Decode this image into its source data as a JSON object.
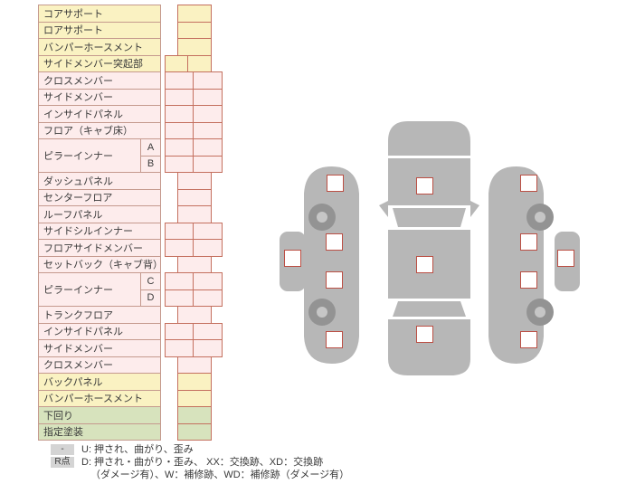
{
  "palette": {
    "yellow_bg": "#faf2c2",
    "pink_bg": "#fdecec",
    "green_bg": "#d7e3bd",
    "label_border": "#c59a8e",
    "cell_border": "#c4705f",
    "marker_border": "#bb4f44",
    "car_gray": "#b7b7b7",
    "wheel_gray": "#939393",
    "legend_chip_bg": "#d4d4d4",
    "text": "#3a3a3a"
  },
  "table": {
    "rows": [
      {
        "label": "コアサポート",
        "color": "yellow",
        "cells": "single"
      },
      {
        "label": "ロアサポート",
        "color": "yellow",
        "cells": "single"
      },
      {
        "label": "バンパーホースメント",
        "color": "yellow",
        "cells": "single"
      },
      {
        "label": "サイドメンバー突起部",
        "color": "yellow",
        "cells": "double-narrow"
      },
      {
        "label": "クロスメンバー",
        "color": "pink",
        "cells": "double"
      },
      {
        "label": "サイドメンバー",
        "color": "pink",
        "cells": "double"
      },
      {
        "label": "インサイドパネル",
        "color": "pink",
        "cells": "double"
      },
      {
        "label": "フロア（キャブ床）",
        "color": "pink",
        "cells": "double"
      },
      {
        "label": "ピラーインナー",
        "sub": "A",
        "color": "pink",
        "cells": "double"
      },
      {
        "label": "",
        "sub": "B",
        "color": "pink",
        "cells": "double"
      },
      {
        "label": "ダッシュパネル",
        "color": "pink",
        "cells": "single"
      },
      {
        "label": "センターフロア",
        "color": "pink",
        "cells": "single"
      },
      {
        "label": "ルーフパネル",
        "color": "pink",
        "cells": "single"
      },
      {
        "label": "サイドシルインナー",
        "color": "pink",
        "cells": "double"
      },
      {
        "label": "フロアサイドメンバー",
        "color": "pink",
        "cells": "double"
      },
      {
        "label": "セットバック（キャブ背）",
        "color": "pink",
        "cells": "single"
      },
      {
        "label": "ピラーインナー",
        "sub": "C",
        "color": "pink",
        "cells": "double"
      },
      {
        "label": "",
        "sub": "D",
        "color": "pink",
        "cells": "double"
      },
      {
        "label": "トランクフロア",
        "color": "pink",
        "cells": "single"
      },
      {
        "label": "インサイドパネル",
        "color": "pink",
        "cells": "double"
      },
      {
        "label": "サイドメンバー",
        "color": "pink",
        "cells": "double"
      },
      {
        "label": "クロスメンバー",
        "color": "pink",
        "cells": "single"
      },
      {
        "label": "バックパネル",
        "color": "yellow",
        "cells": "single"
      },
      {
        "label": "バンパーホースメント",
        "color": "yellow",
        "cells": "single"
      },
      {
        "label": "下回り",
        "color": "green",
        "cells": "single"
      },
      {
        "label": "指定塗装",
        "color": "green",
        "cells": "single"
      }
    ]
  },
  "diagram": {
    "markers": [
      "left-front-fender",
      "left-door-upper",
      "left-roof-side",
      "left-door-lower",
      "left-rear-fender",
      "hood",
      "roof",
      "trunk",
      "right-front-fender",
      "right-door-upper",
      "right-roof-side",
      "right-door-lower",
      "right-rear-fender"
    ]
  },
  "legend": {
    "row1_mark": "-",
    "row1_text": "U: 押され、曲がり、歪み",
    "row2_mark": "R点",
    "row2_text": "D: 押され・曲がり・歪み、 XX：交換跡、XD：交換跡",
    "row3_text": "（ダメージ有）、W：補修跡、WD：補修跡（ダメージ有）"
  }
}
